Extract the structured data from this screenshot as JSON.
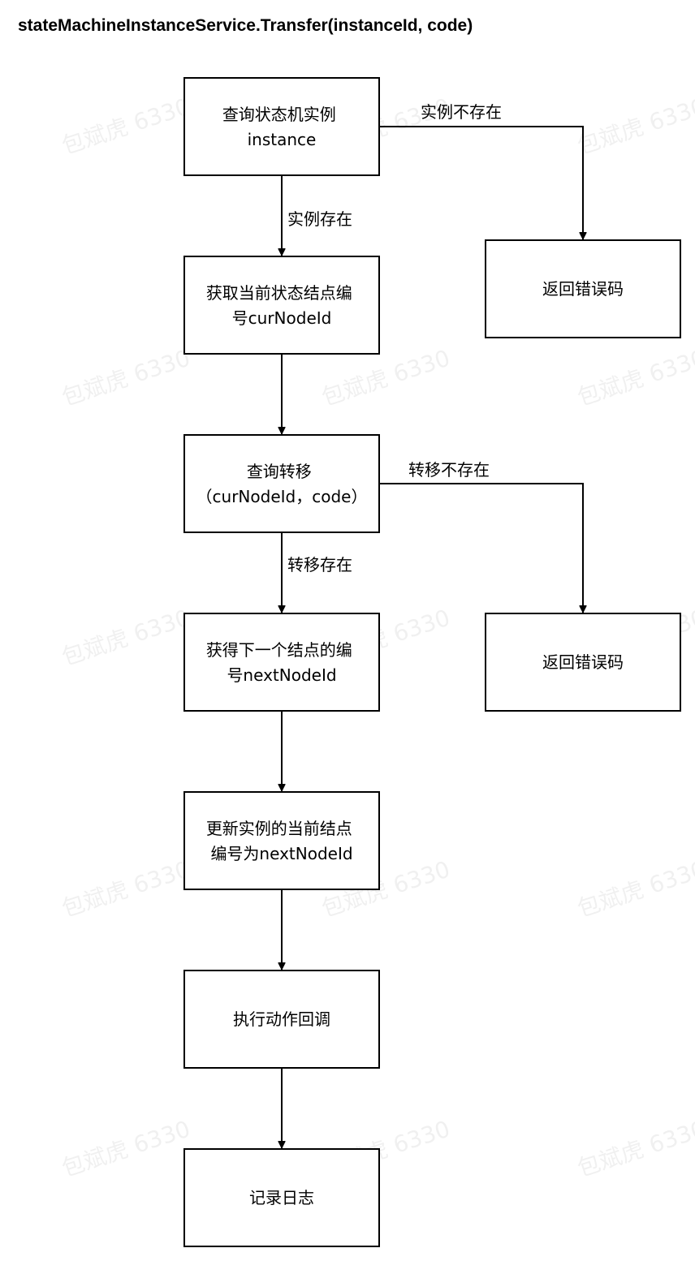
{
  "title": "stateMachineInstanceService.Transfer(instanceId, code)",
  "watermark": "包斌虎 6330",
  "colors": {
    "stroke": "#000000",
    "background": "#ffffff"
  },
  "nodes": {
    "query_instance": [
      "查询状态机实例",
      "instance"
    ],
    "error_no_instance": [
      "返回错误码"
    ],
    "get_cur_node": [
      "获取当前状态结点编",
      "号curNodeId"
    ],
    "query_transfer": [
      "查询转移",
      "（curNodeId，code）"
    ],
    "error_no_transfer": [
      "返回错误码"
    ],
    "get_next_node": [
      "获得下一个结点的编",
      "号nextNodeId"
    ],
    "update_instance": [
      "更新实例的当前结点",
      "编号为nextNodeId"
    ],
    "exec_callback": [
      "执行动作回调"
    ],
    "write_log": [
      "记录日志"
    ]
  },
  "edges": {
    "instance_missing": "实例不存在",
    "instance_exists": "实例存在",
    "transfer_missing": "转移不存在",
    "transfer_exists": "转移存在"
  }
}
